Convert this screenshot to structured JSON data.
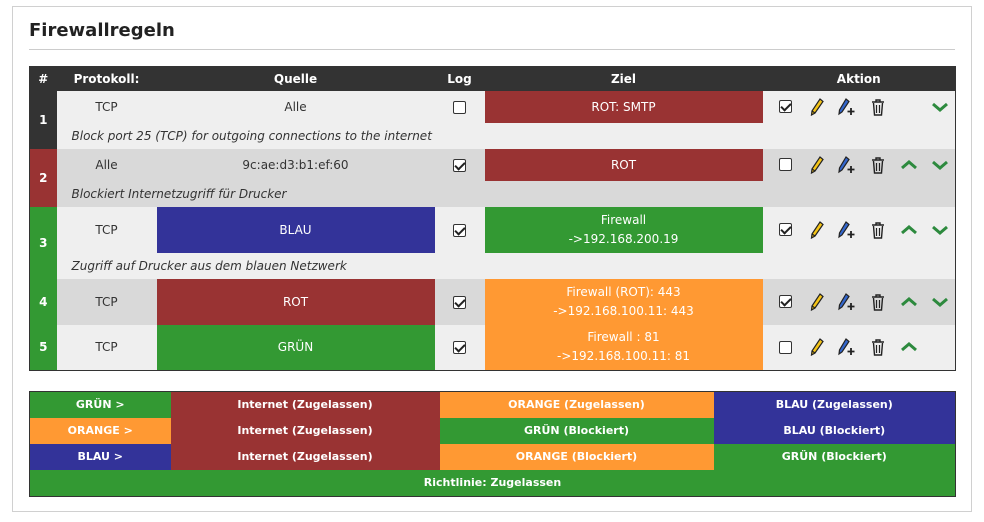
{
  "page": {
    "title": "Firewallregeln"
  },
  "table": {
    "headers": {
      "num": "#",
      "protocol": "Protokoll:",
      "source": "Quelle",
      "log": "Log",
      "dest": "Ziel",
      "action": "Aktion"
    }
  },
  "rules": [
    {
      "num": "1",
      "protocol": "TCP",
      "source": "Alle",
      "log": false,
      "dest1": "ROT: SMTP",
      "dest2": "",
      "enabled": true,
      "remark": "Block port 25 (TCP) for outgoing connections to the internet"
    },
    {
      "num": "2",
      "protocol": "Alle",
      "source": "9c:ae:d3:b1:ef:60",
      "log": true,
      "dest1": "ROT",
      "dest2": "",
      "enabled": false,
      "remark": "Blockiert Internetzugriff für Drucker"
    },
    {
      "num": "3",
      "protocol": "TCP",
      "source": "BLAU",
      "log": true,
      "dest1": "Firewall",
      "dest2": "->192.168.200.19",
      "enabled": true,
      "remark": "Zugriff auf Drucker aus dem blauen Netzwerk"
    },
    {
      "num": "4",
      "protocol": "TCP",
      "source": "ROT",
      "log": true,
      "dest1": "Firewall (ROT): 443",
      "dest2": "->192.168.100.11: 443",
      "enabled": true,
      "remark": ""
    },
    {
      "num": "5",
      "protocol": "TCP",
      "source": "GRÜN",
      "log": true,
      "dest1": "Firewall : 81",
      "dest2": "->192.168.100.11: 81",
      "enabled": false,
      "remark": ""
    }
  ],
  "colors": {
    "red": "#993333",
    "green": "#339933",
    "blue": "#333399",
    "orange": "#ff9933",
    "dark": "#333333"
  },
  "icons": [
    "checkbox-icon",
    "pencil-icon",
    "copy-add-icon",
    "trash-icon",
    "chevron-up-icon",
    "chevron-down-icon"
  ],
  "policy": {
    "rows": [
      {
        "from": "GRÜN >",
        "internet": "Internet (Zugelassen)",
        "c2": "ORANGE (Zugelassen)",
        "c3": "BLAU (Zugelassen)"
      },
      {
        "from": "ORANGE >",
        "internet": "Internet (Zugelassen)",
        "c2": "GRÜN (Blockiert)",
        "c3": "BLAU (Blockiert)"
      },
      {
        "from": "BLAU >",
        "internet": "Internet (Zugelassen)",
        "c2": "ORANGE (Blockiert)",
        "c3": "GRÜN (Blockiert)"
      }
    ],
    "summary": "Richtlinie: Zugelassen"
  }
}
